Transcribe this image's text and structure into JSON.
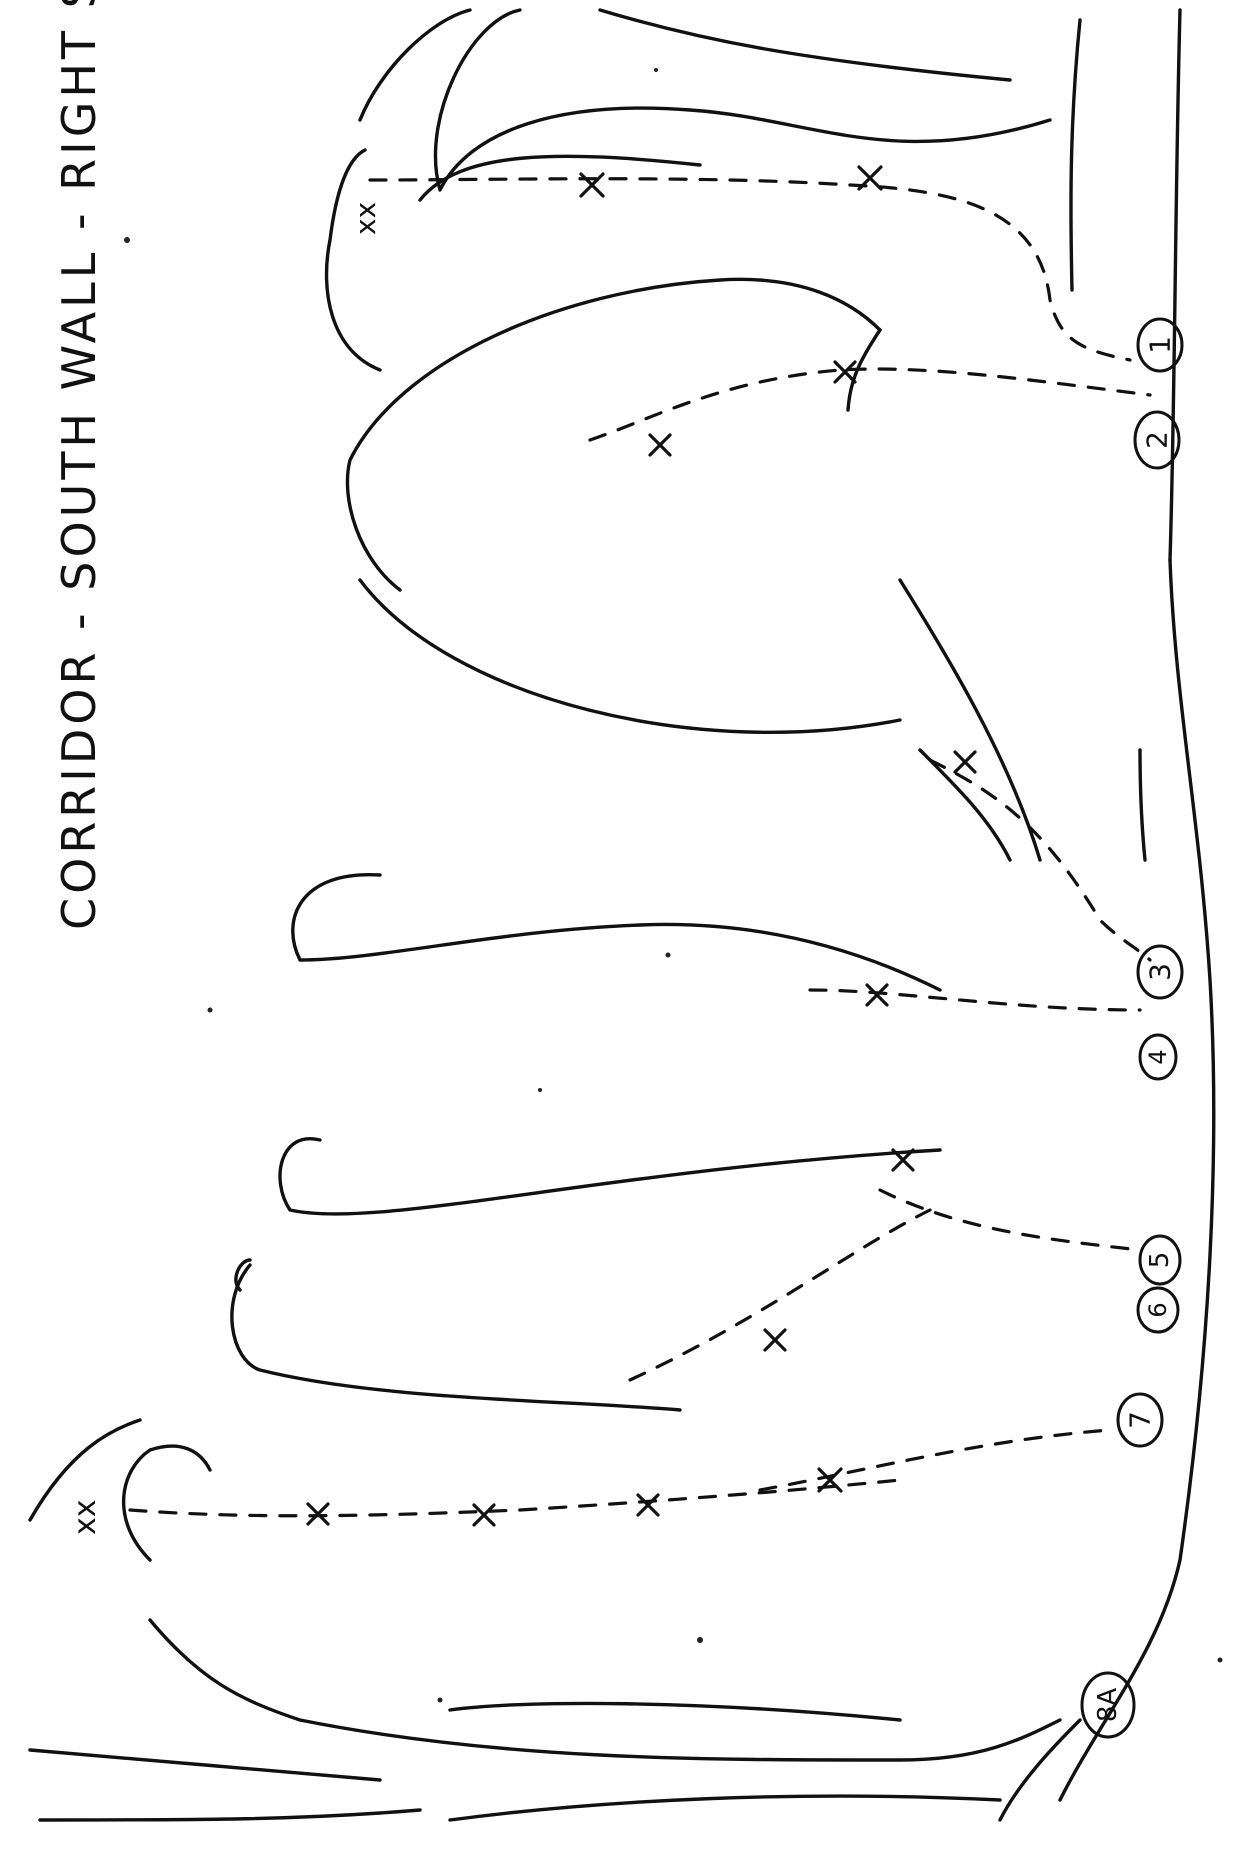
{
  "sheet": {
    "title_line": "CORRIDOR - SOUTH WALL - RIGHT SIDE"
  },
  "routes": [
    {
      "label": "1"
    },
    {
      "label": "2"
    },
    {
      "label": "3"
    },
    {
      "label": "4"
    },
    {
      "label": "5"
    },
    {
      "label": "6"
    },
    {
      "label": "7"
    },
    {
      "label": "8A"
    }
  ],
  "marks": {
    "anchor": "xx"
  }
}
